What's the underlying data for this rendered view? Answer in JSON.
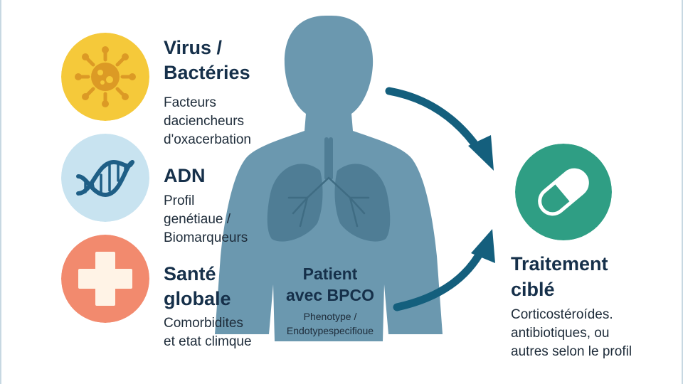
{
  "colors": {
    "virus_circle": "#f5c93a",
    "dna_circle": "#c8e3f0",
    "health_circle": "#f28a6e",
    "pill_circle": "#2f9e84",
    "body": "#5e8fa8",
    "lungs": "#4f7d95",
    "arrow": "#145f7d",
    "heading": "#16304a"
  },
  "factors": [
    {
      "icon": "virus-icon",
      "title": "Virus /\nBactéries",
      "description": "Facteurs\ndaciencheurs\nd'oxacerbation"
    },
    {
      "icon": "dna-icon",
      "title": "ADN",
      "description": "Profil\ngenétiaue /\nBiomarqueurs"
    },
    {
      "icon": "medical-cross-icon",
      "title": "Santé\nglobale",
      "description": "Comorbidites\net etat climque"
    }
  ],
  "patient": {
    "icon": "patient-body-with-lungs",
    "title": "Patient\navec BPCO",
    "subtitle": "Phenotype /\nEndotypespecifioue"
  },
  "treatment": {
    "icon": "pill-capsule-icon",
    "title": "Traitement\nciblé",
    "description": "Corticostéroídes.\nantibiotiques, ou\nautres selon le profil"
  }
}
